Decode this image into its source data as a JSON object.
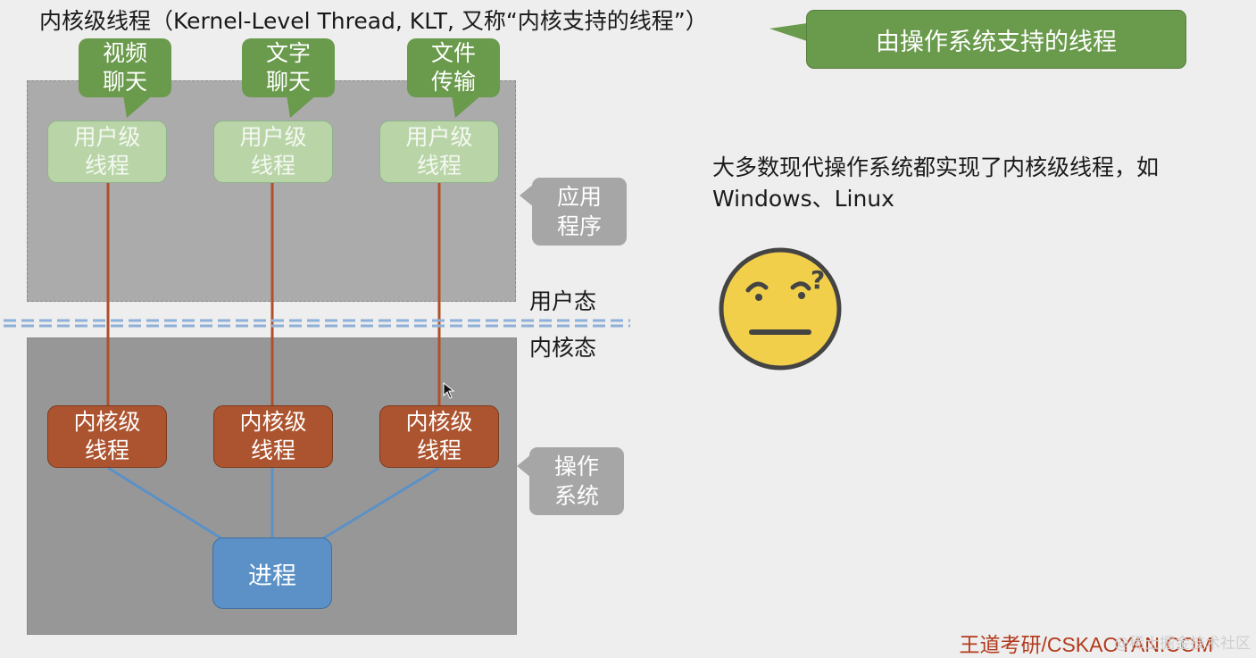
{
  "title": "内核级线程（Kernel-Level Thread, KLT, 又称“内核支持的线程”）",
  "callout": "由操作系统支持的线程",
  "apps": [
    {
      "bubble_line1": "视频",
      "bubble_line2": "聊天"
    },
    {
      "bubble_line1": "文字",
      "bubble_line2": "聊天"
    },
    {
      "bubble_line1": "文件",
      "bubble_line2": "传输"
    }
  ],
  "user_thread": {
    "line1": "用户级",
    "line2": "线程"
  },
  "kernel_thread": {
    "line1": "内核级",
    "line2": "线程"
  },
  "process": "进程",
  "app_tag": {
    "line1": "应用",
    "line2": "程序"
  },
  "os_tag": {
    "line1": "操作",
    "line2": "系统"
  },
  "user_mode": "用户态",
  "kernel_mode": "内核态",
  "description": {
    "line1": "大多数现代操作系统都实现了内核级线程，如",
    "line2": "Windows、Linux"
  },
  "watermark": "王道考研/CSKAOYAN.COM",
  "watermark_faint": "@稀土掘金技术社区",
  "colors": {
    "green": "#6a9a4c",
    "user_thread": "#b9d5a8",
    "kernel_thread": "#ac5430",
    "process": "#5b91c7",
    "link_user_kernel": "#b0502a",
    "link_kernel_process": "#5b91c7",
    "divider": "#8fb0d8"
  },
  "icons": {
    "face": "confused-face-icon",
    "cursor": "mouse-pointer-icon"
  }
}
